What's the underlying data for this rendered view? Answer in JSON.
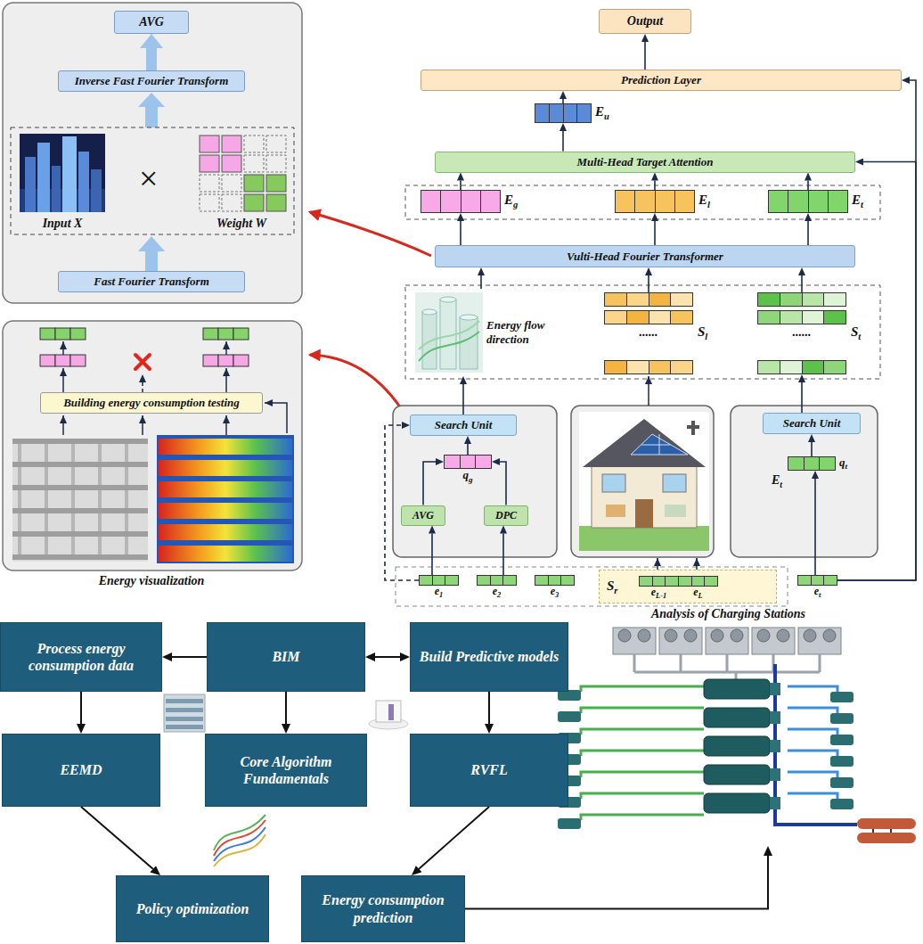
{
  "diagram": {
    "nodes": [
      {
        "text": [
          "Output"
        ]
      },
      {
        "text": [
          "Prediction Layer"
        ]
      },
      {
        "text": [
          "Eu"
        ]
      },
      {
        "text": [
          "Multi-Head Target Attention"
        ]
      },
      {
        "text": [
          "Eg"
        ]
      },
      {
        "text": [
          "El"
        ]
      },
      {
        "text": [
          "Et"
        ]
      },
      {
        "text": [
          "Vulti-Head Fourier Transformer"
        ]
      },
      {
        "text": [
          "Energy flow direction"
        ]
      },
      {
        "text": [
          "......",
          "Sl"
        ]
      },
      {
        "text": [
          "......",
          "St"
        ]
      },
      {
        "text": [
          "Search Unit"
        ]
      },
      {
        "text": [
          "qg"
        ]
      },
      {
        "text": [
          "AVG"
        ]
      },
      {
        "text": [
          "DPC"
        ]
      },
      {
        "text": [
          "Search Unit"
        ]
      },
      {
        "text": [
          "qt"
        ]
      },
      {
        "text": [
          "e1"
        ]
      },
      {
        "text": [
          "e2"
        ]
      },
      {
        "text": [
          "e3"
        ]
      },
      {
        "text": [
          "Sr"
        ]
      },
      {
        "text": [
          "eL-1"
        ],
        "in": 20
      },
      {
        "text": [
          "eL"
        ],
        "in": 20
      },
      {
        "text": [
          "et"
        ]
      },
      {
        "text": [
          "AVG"
        ]
      },
      {
        "text": [
          "Inverse Fast Fourier Transform"
        ]
      },
      {
        "text": [
          "Input X"
        ]
      },
      {
        "text": [
          "Weight W"
        ]
      },
      {
        "text": [
          "Fast Fourier Transform"
        ]
      },
      {
        "text": [
          "Building energy consumption testing"
        ]
      },
      {
        "text": [
          "Process energy consumption data"
        ]
      },
      {
        "text": [
          "BIM"
        ]
      },
      {
        "text": [
          "Build Predictive models"
        ]
      },
      {
        "text": [
          "EEMD"
        ]
      },
      {
        "text": [
          "Core Algorithm Fundamentals"
        ]
      },
      {
        "text": [
          "RVFL"
        ]
      },
      {
        "text": [
          "Policy optimization"
        ]
      },
      {
        "text": [
          "Energy consumption prediction"
        ]
      },
      {
        "text": [
          "Analysis of Charging Stations"
        ]
      }
    ],
    "edges": [
      {
        "from": 1,
        "to": 0,
        "arrow": "to"
      },
      {
        "from": 2,
        "to": 1,
        "arrow": "to"
      },
      {
        "from": 3,
        "to": 2,
        "arrow": "to"
      },
      {
        "from": 4,
        "to": 3,
        "arrow": "to"
      },
      {
        "from": 5,
        "to": 3,
        "arrow": "to"
      },
      {
        "from": 6,
        "to": 3,
        "arrow": "to"
      },
      {
        "from": 7,
        "to": 4,
        "arrow": "to"
      },
      {
        "from": 7,
        "to": 5,
        "arrow": "to"
      },
      {
        "from": 7,
        "to": 6,
        "arrow": "to"
      },
      {
        "from": 8,
        "to": 7,
        "arrow": "to"
      },
      {
        "from": 9,
        "to": 7,
        "arrow": "to"
      },
      {
        "from": 10,
        "to": 7,
        "arrow": "to"
      },
      {
        "from": 11,
        "to": 8,
        "arrow": "to"
      },
      {
        "from": 15,
        "to": 10,
        "arrow": "to"
      },
      {
        "from": 12,
        "to": 11,
        "arrow": "to"
      },
      {
        "from": 13,
        "to": 12,
        "arrow": "to"
      },
      {
        "from": 14,
        "to": 12,
        "arrow": "to"
      },
      {
        "from": 16,
        "to": 15,
        "arrow": "to"
      },
      {
        "from": 17,
        "to": 13,
        "arrow": "to"
      },
      {
        "from": 18,
        "to": 14,
        "arrow": "to"
      },
      {
        "from": 17,
        "to": 11,
        "arrow": "to"
      },
      {
        "from": 23,
        "to": 16,
        "arrow": "to"
      },
      {
        "from": 23,
        "to": 3,
        "arrow": "to"
      },
      {
        "from": 23,
        "to": 1,
        "arrow": "to"
      },
      {
        "from": 25,
        "to": 24,
        "arrow": "to"
      },
      {
        "from": 31,
        "to": 30,
        "arrow": "to"
      },
      {
        "from": 31,
        "to": 32,
        "arrow": "both"
      },
      {
        "from": 30,
        "to": 33,
        "arrow": "to"
      },
      {
        "from": 31,
        "to": 34,
        "arrow": "to"
      },
      {
        "from": 32,
        "to": 35,
        "arrow": "to"
      },
      {
        "from": 33,
        "to": 36,
        "arrow": "to"
      },
      {
        "from": 35,
        "to": 37,
        "arrow": "to"
      },
      {
        "from": 37,
        "to": 38,
        "arrow": "to"
      }
    ],
    "labels": [
      "×",
      "Et",
      "Energy visualization"
    ]
  }
}
